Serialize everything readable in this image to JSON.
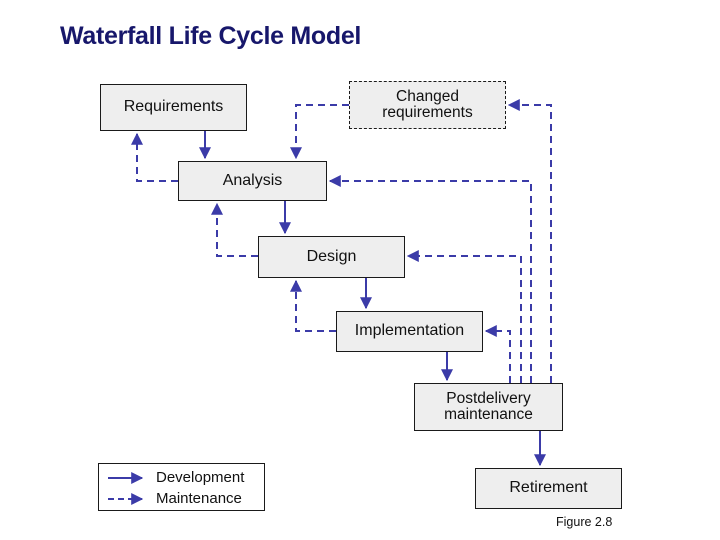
{
  "title": "Waterfall Life Cycle Model",
  "figure_caption": "Figure 2.8",
  "colors": {
    "title": "#17176b",
    "arrow": "#3b3ba8",
    "box_fill": "#eeeeee",
    "box_border": "#1a1a1a",
    "text": "#111111"
  },
  "nodes": {
    "requirements": "Requirements",
    "changed_requirements": "Changed\nrequirements",
    "analysis": "Analysis",
    "design": "Design",
    "implementation": "Implementation",
    "postdelivery": "Postdelivery\nmaintenance",
    "retirement": "Retirement"
  },
  "legend": {
    "development": "Development",
    "maintenance": "Maintenance"
  },
  "chart_data": {
    "type": "diagram",
    "title": "Waterfall Life Cycle Model",
    "nodes": [
      {
        "id": "requirements",
        "label": "Requirements",
        "style": "solid"
      },
      {
        "id": "changed_requirements",
        "label": "Changed requirements",
        "style": "dashed"
      },
      {
        "id": "analysis",
        "label": "Analysis",
        "style": "solid"
      },
      {
        "id": "design",
        "label": "Design",
        "style": "solid"
      },
      {
        "id": "implementation",
        "label": "Implementation",
        "style": "solid"
      },
      {
        "id": "postdelivery",
        "label": "Postdelivery maintenance",
        "style": "solid"
      },
      {
        "id": "retirement",
        "label": "Retirement",
        "style": "solid"
      }
    ],
    "edges": [
      {
        "from": "requirements",
        "to": "analysis",
        "kind": "development"
      },
      {
        "from": "analysis",
        "to": "design",
        "kind": "development"
      },
      {
        "from": "design",
        "to": "implementation",
        "kind": "development"
      },
      {
        "from": "implementation",
        "to": "postdelivery",
        "kind": "development"
      },
      {
        "from": "postdelivery",
        "to": "retirement",
        "kind": "development"
      },
      {
        "from": "analysis",
        "to": "requirements",
        "kind": "maintenance"
      },
      {
        "from": "design",
        "to": "analysis",
        "kind": "maintenance"
      },
      {
        "from": "implementation",
        "to": "design",
        "kind": "maintenance"
      },
      {
        "from": "changed_requirements",
        "to": "analysis",
        "kind": "maintenance"
      },
      {
        "from": "postdelivery",
        "to": "changed_requirements",
        "kind": "maintenance"
      },
      {
        "from": "postdelivery",
        "to": "analysis",
        "kind": "maintenance"
      },
      {
        "from": "postdelivery",
        "to": "design",
        "kind": "maintenance"
      },
      {
        "from": "postdelivery",
        "to": "implementation",
        "kind": "maintenance"
      }
    ],
    "legend": [
      {
        "label": "Development",
        "line": "solid"
      },
      {
        "label": "Maintenance",
        "line": "dashed"
      }
    ]
  }
}
